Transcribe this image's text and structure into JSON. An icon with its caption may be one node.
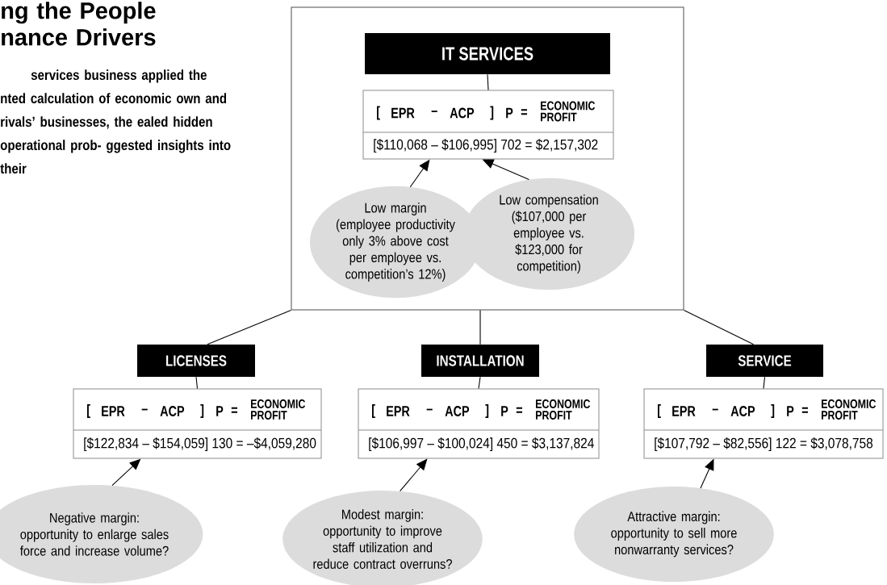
{
  "diagram": {
    "title": "ng the People nance Drivers",
    "nodes": [
      {
        "text": [],
        "shape": "box"
      },
      {
        "text": [
          "IT SERVICES"
        ],
        "in": 0
      },
      {
        "text": [
          "[",
          "EPR",
          "–",
          "ACP",
          "]",
          "P",
          "=",
          "ECONOMIC PROFIT",
          "[$110,068 – $106,995] 702 = $2,157,302"
        ],
        "in": 0
      },
      {
        "text": [
          "Low margin",
          "(employee productivity only 3% above cost per employee vs. competition’s 12%)"
        ],
        "in": 0
      },
      {
        "text": [
          "Low compensation",
          "($107,000 per employee vs. $123,000 for competition)"
        ],
        "in": 0
      },
      {
        "text": [
          "LICENSES"
        ]
      },
      {
        "text": [
          "[",
          "EPR",
          "–",
          "ACP",
          "]",
          "P",
          "=",
          "ECONOMIC PROFIT",
          "[$122,834 – $154,059] 130 = –$4,059,280"
        ]
      },
      {
        "text": [
          "Negative margin:",
          "opportunity to enlarge sales force and increase volume?"
        ]
      },
      {
        "text": [
          "INSTALLATION"
        ]
      },
      {
        "text": [
          "[",
          "EPR",
          "–",
          "ACP",
          "]",
          "P",
          "=",
          "ECONOMIC PROFIT",
          "[$106,997 – $100,024] 450 = $3,137,824"
        ]
      },
      {
        "text": [
          "Modest margin:",
          "opportunity to improve staff utilization and reduce contract overruns?"
        ]
      },
      {
        "text": [
          "SERVICE"
        ]
      },
      {
        "text": [
          "[",
          "EPR",
          "–",
          "ACP",
          "]",
          "P",
          "=",
          "ECONOMIC PROFIT",
          "[$107,792 – $82,556] 122 = $3,078,758"
        ]
      },
      {
        "text": [
          "Attractive margin:",
          "opportunity to sell more nonwarranty services?"
        ]
      }
    ],
    "edges": [
      {
        "from": 1,
        "to": 2,
        "arrow": "none"
      },
      {
        "from": 3,
        "to": 2,
        "arrow": "to"
      },
      {
        "from": 4,
        "to": 2,
        "arrow": "to"
      },
      {
        "from": 0,
        "to": 5,
        "arrow": "none"
      },
      {
        "from": 0,
        "to": 8,
        "arrow": "none"
      },
      {
        "from": 0,
        "to": 11,
        "arrow": "none"
      },
      {
        "from": 5,
        "to": 6,
        "arrow": "none"
      },
      {
        "from": 7,
        "to": 6,
        "arrow": "to"
      },
      {
        "from": 8,
        "to": 9,
        "arrow": "none"
      },
      {
        "from": 10,
        "to": 9,
        "arrow": "to"
      },
      {
        "from": 11,
        "to": 12,
        "arrow": "none"
      },
      {
        "from": 13,
        "to": 12,
        "arrow": "to"
      }
    ],
    "labels": [
      "services business applied the nted calculation of economic own and rivals’ businesses, the ealed hidden operational prob- ggested insights into their"
    ]
  }
}
